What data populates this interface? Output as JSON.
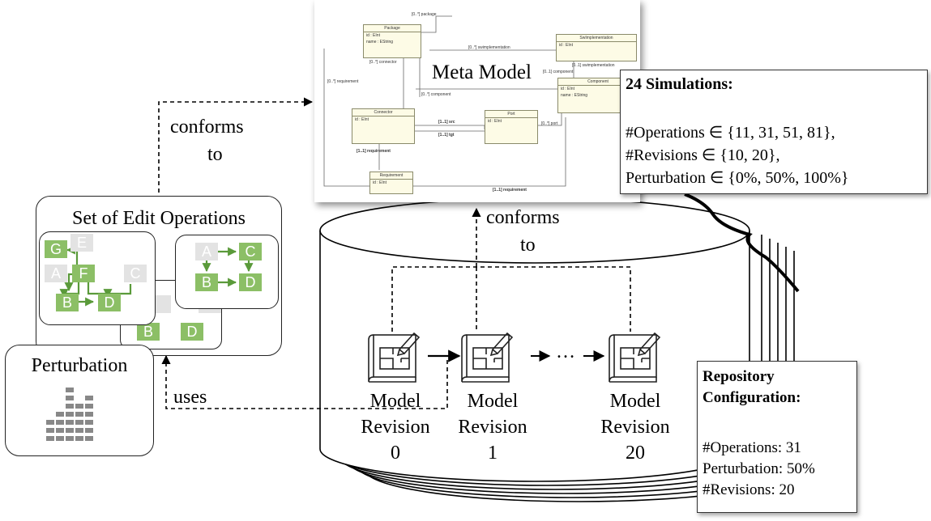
{
  "meta_model": {
    "title": "Meta Model",
    "classes": {
      "package": {
        "name": "Package",
        "attrs": [
          "id : EInt",
          "name : EString"
        ]
      },
      "swimplementation": {
        "name": "SwImplementation",
        "attrs": [
          "id : EInt"
        ]
      },
      "component": {
        "name": "Component",
        "attrs": [
          "id : EInt",
          "name : EString"
        ]
      },
      "connector": {
        "name": "Connector",
        "attrs": [
          "id : EInt"
        ]
      },
      "port": {
        "name": "Port",
        "attrs": [
          "id : EInt"
        ]
      },
      "requirement": {
        "name": "Requirement",
        "attrs": [
          "id : EInt"
        ]
      }
    },
    "refs": {
      "package": "[0..*] package",
      "swimplementation": "[0..*] swimplementation",
      "swimplementation2": "[0..1] swimplementation",
      "connector": "[0..*] connector",
      "component_ref": "[0..1] component",
      "requirement_left": "[0..*] requirement",
      "component_many": "[0..*] component",
      "src": "[1..1] src",
      "tgt": "[1..1] tgt",
      "port": "[0..*] port",
      "requirement_mid": "[1..1] requirement",
      "requirement_bottom": "[1..1] requirement"
    }
  },
  "simulations": {
    "title": "24 Simulations:",
    "lines": [
      "#Operations ∈ {11, 31, 51, 81},",
      "#Revisions ∈ {10, 20},",
      "Perturbation ∈ {0%,  50%,  100%}"
    ]
  },
  "repo_config": {
    "title_line1": "Repository",
    "title_line2": "Configuration:",
    "lines": [
      "#Operations: 31",
      "Perturbation: 50%",
      "#Revisions: 20"
    ]
  },
  "labels": {
    "conforms_top_1": "conforms",
    "conforms_top_2": "to",
    "conforms_mid_1": "conforms",
    "conforms_mid_2": "to",
    "uses": "uses",
    "ellipsis": "…"
  },
  "edit_ops": {
    "title": "Set of Edit Operations",
    "graph1": [
      "G",
      "E",
      "A",
      "F",
      "C",
      "B",
      "D"
    ],
    "graph2": [
      "A",
      "C",
      "B",
      "D"
    ],
    "graph3": [
      "B",
      "D"
    ]
  },
  "perturbation": {
    "title": "Perturbation"
  },
  "revisions": [
    {
      "line1": "Model",
      "line2": "Revision",
      "num": "0"
    },
    {
      "line1": "Model",
      "line2": "Revision",
      "num": "1"
    },
    {
      "line1": "Model",
      "line2": "Revision",
      "num": "20"
    }
  ]
}
